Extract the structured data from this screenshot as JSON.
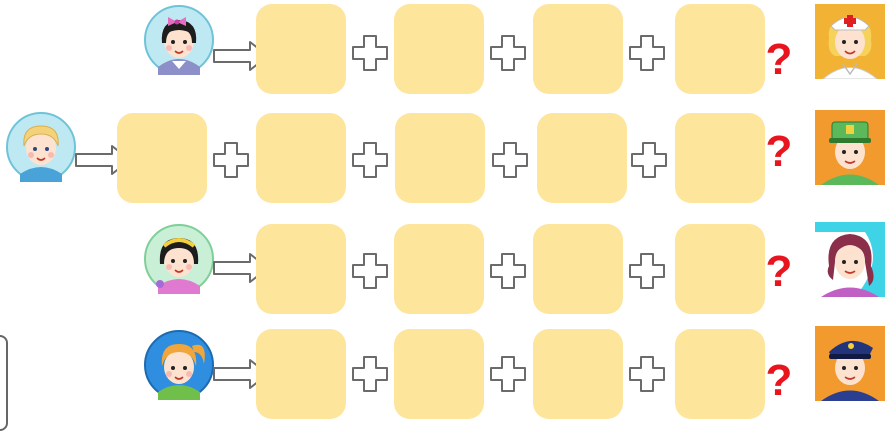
{
  "question_mark": "?",
  "colors": {
    "box": "#fde59c",
    "question_mark": "#e8141e",
    "arrow_outline": "#6b6b6b",
    "plus_outline": "#6b6b6b"
  },
  "icons": {
    "operator": "plus-icon",
    "flow": "right-arrow-icon"
  },
  "rows": [
    {
      "child": "girl-bow-avatar",
      "occupation": "nurse-avatar",
      "box_count": 4
    },
    {
      "child": "blond-boy-avatar",
      "occupation": "bus-driver-avatar",
      "box_count": 5
    },
    {
      "child": "girl-headband-avatar",
      "occupation": "woman-worker-avatar",
      "box_count": 4
    },
    {
      "child": "ponytail-girl-avatar",
      "occupation": "police-officer-avatar",
      "box_count": 4
    }
  ]
}
